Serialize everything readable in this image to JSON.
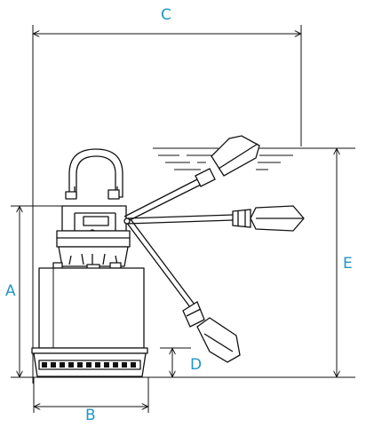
{
  "labels": {
    "a": "A",
    "b": "B",
    "c": "C",
    "d": "D",
    "e": "E"
  },
  "colors": {
    "label": "#1f95c8",
    "line": "#111111",
    "water": "#111111"
  },
  "icons": [
    "pump-icon",
    "float-switch-icon"
  ]
}
